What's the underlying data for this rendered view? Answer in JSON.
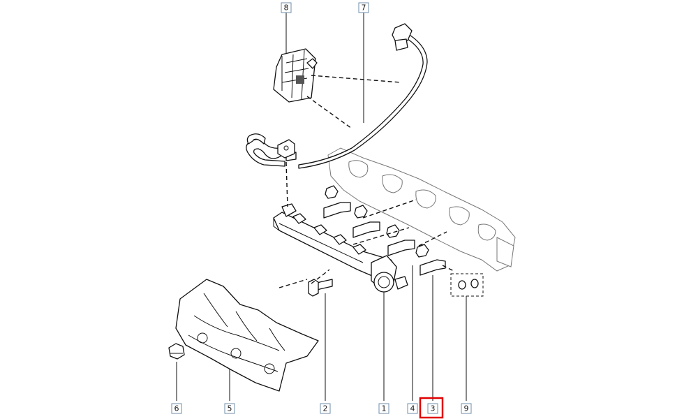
{
  "callouts": {
    "c1": "1",
    "c2": "2",
    "c3": "3",
    "c4": "4",
    "c5": "5",
    "c6": "6",
    "c7": "7",
    "c8": "8",
    "c9": "9"
  },
  "highlight": {
    "selected_callout": "3",
    "color": "#e00000"
  },
  "colors": {
    "callout_border": "#6f8ea8",
    "line": "#111111"
  }
}
